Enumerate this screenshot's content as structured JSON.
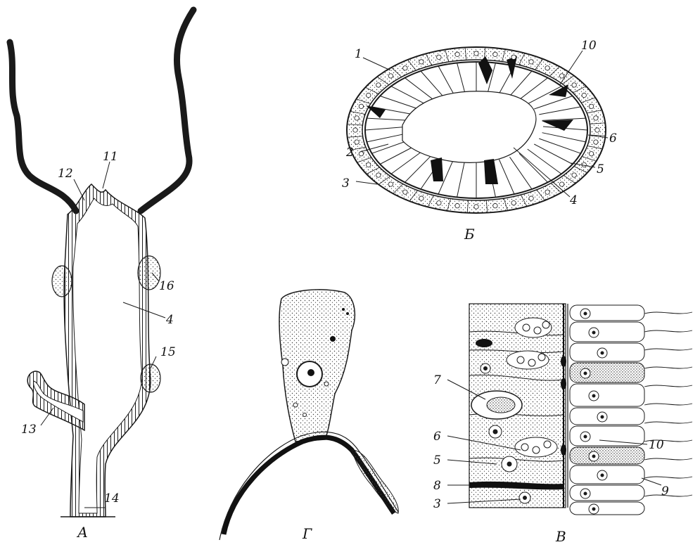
{
  "panels": {
    "A": {
      "label": "А",
      "callouts": [
        "11",
        "12",
        "16",
        "4",
        "15",
        "13",
        "14"
      ]
    },
    "B": {
      "label": "Б",
      "callouts": [
        "1",
        "10",
        "6",
        "2",
        "5",
        "3",
        "4"
      ]
    },
    "G": {
      "label": "Г",
      "callouts": []
    },
    "V": {
      "label": "В",
      "callouts": [
        "7",
        "6",
        "5",
        "8",
        "3",
        "10",
        "9"
      ]
    }
  },
  "style": {
    "ink": "#1a1a1a",
    "background": "#ffffff",
    "stipple": "#3a3a3a",
    "dark_cells": "#111111"
  }
}
